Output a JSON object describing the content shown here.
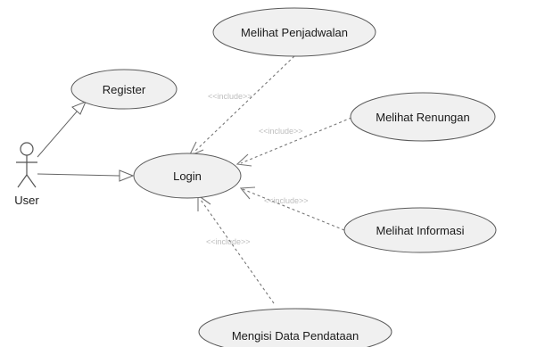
{
  "actor": {
    "label": "User"
  },
  "use_cases": {
    "register": "Register",
    "login": "Login",
    "melihat_penjadwalan": "Melihat Penjadwalan",
    "melihat_renungan": "Melihat Renungan",
    "melihat_informasi": "Melihat Informasi",
    "mengisi_data_pendataan": "Mengisi Data Pendataan"
  },
  "relationships": {
    "include_stereotype": "<<include>>"
  },
  "colors": {
    "usecase_fill": "#f0f0f0",
    "usecase_stroke": "#5a5a5a",
    "include_line": "#777777",
    "stereotype_text": "#bdbdbd"
  }
}
